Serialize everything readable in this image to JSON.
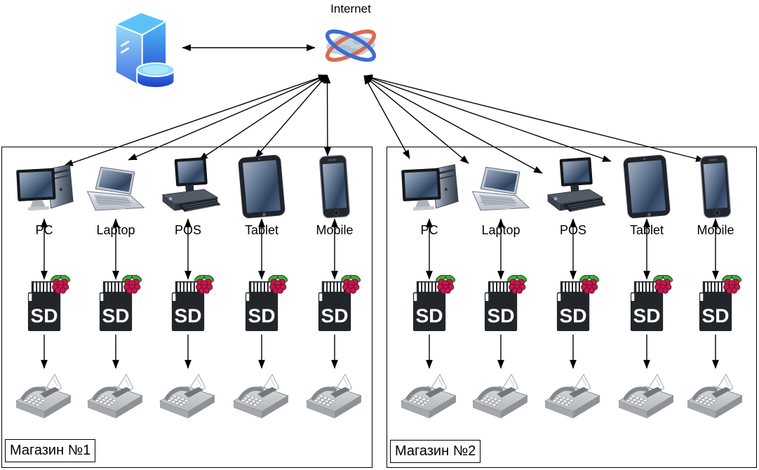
{
  "internet": {
    "label": "Internet",
    "icon": "internet-globe-icon"
  },
  "server": {
    "icon": "server-database-icon"
  },
  "sd_card": {
    "label": "SD",
    "icon": "sd-card-raspberry-pi-icon"
  },
  "printer": {
    "icon": "receipt-printer-icon"
  },
  "stores": [
    {
      "name": "Магазин №1",
      "devices": [
        "PC",
        "Laptop",
        "POS",
        "Tablet",
        "Mobile"
      ]
    },
    {
      "name": "Магазин №2",
      "devices": [
        "PC",
        "Laptop",
        "POS",
        "Tablet",
        "Mobile"
      ]
    }
  ],
  "links": [
    {
      "from": "server",
      "to": "internet",
      "bidirectional": true
    },
    {
      "from": "internet",
      "to": "each device in Магазин №1",
      "bidirectional": true
    },
    {
      "from": "internet",
      "to": "each device in Магазин №2",
      "bidirectional": true
    },
    {
      "from": "each device",
      "to": "sd-card (Raspberry Pi)",
      "bidirectional": true
    },
    {
      "from": "sd-card (Raspberry Pi)",
      "to": "receipt-printer",
      "bidirectional": false
    }
  ],
  "colors": {
    "background": "#ffffff",
    "arrow": "#000000",
    "server_blue_light": "#53baf6",
    "server_blue_dark": "#1c3ecf",
    "ring_red": "#d96a55",
    "ring_blue": "#3c6ed2",
    "cloud_gray": "#c7d1d9",
    "sd_black": "#22262a",
    "raspberry_red": "#c8174e",
    "leaf_green": "#44a83e",
    "printer_gray": "#b5b8ba"
  }
}
